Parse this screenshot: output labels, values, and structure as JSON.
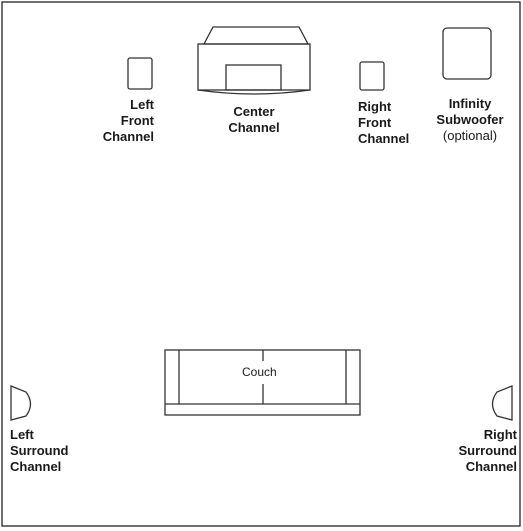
{
  "speakers": {
    "left_front": {
      "line1": "Left",
      "line2": "Front",
      "line3": "Channel"
    },
    "center": {
      "line1": "Center",
      "line2": "Channel"
    },
    "right_front": {
      "line1": "Right",
      "line2": "Front",
      "line3": "Channel"
    },
    "subwoofer": {
      "line1": "Infinity",
      "line2": "Subwoofer",
      "line3": "(optional)"
    },
    "left_surround": {
      "line1": "Left",
      "line2": "Surround",
      "line3": "Channel"
    },
    "right_surround": {
      "line1": "Right",
      "line2": "Surround",
      "line3": "Channel"
    }
  },
  "couch": {
    "label": "Couch"
  },
  "colors": {
    "line": "#333333",
    "background": "#ffffff"
  }
}
